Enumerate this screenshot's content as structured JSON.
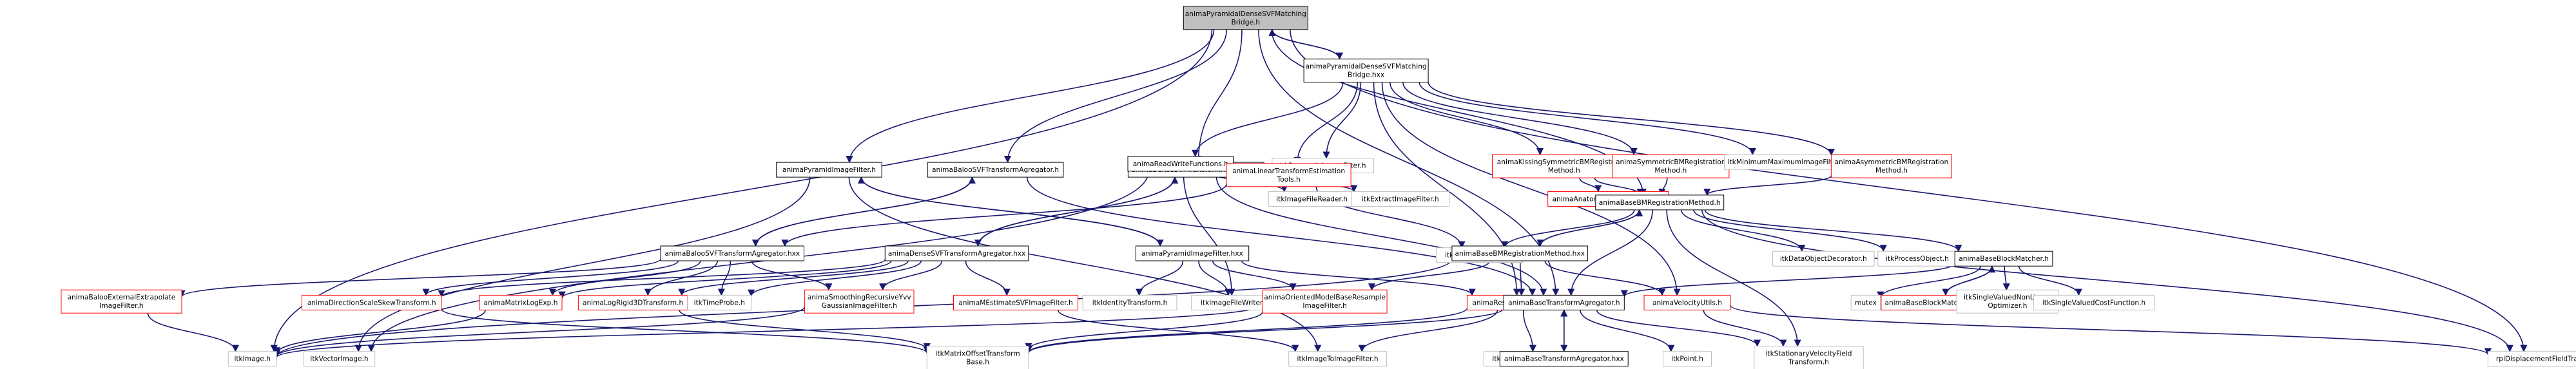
{
  "diagram": {
    "nodes": [
      {
        "id": "root",
        "style": "root",
        "lines": [
          "animaPyramidalDenseSVFMatching",
          "Bridge.h"
        ]
      },
      {
        "id": "hxx",
        "style": "normal",
        "lines": [
          "animaPyramidalDenseSVFMatching",
          "Bridge.hxx"
        ]
      },
      {
        "id": "pyrh",
        "style": "normal",
        "lines": [
          "animaPyramidImageFilter.h"
        ]
      },
      {
        "id": "balooh",
        "style": "normal",
        "lines": [
          "animaBalooSVFTransformAgregator.h"
        ]
      },
      {
        "id": "denseh",
        "style": "normal",
        "lines": [
          "animaDenseSVFTransformAgregator.h"
        ]
      },
      {
        "id": "rwf",
        "style": "normal",
        "lines": [
          "animaReadWriteFunctions.h"
        ]
      },
      {
        "id": "resamp",
        "style": "grey",
        "lines": [
          "itkResampleImageFilter.h"
        ]
      },
      {
        "id": "kiss",
        "style": "red",
        "lines": [
          "animaKissingSymmetricBMRegistration",
          "Method.h"
        ]
      },
      {
        "id": "symm",
        "style": "red",
        "lines": [
          "animaSymmetricBMRegistration",
          "Method.h"
        ]
      },
      {
        "id": "minmax",
        "style": "grey",
        "lines": [
          "itkMinimumMaximumImageFilter.h"
        ]
      },
      {
        "id": "asym",
        "style": "red",
        "lines": [
          "animaAsymmetricBMRegistration",
          "Method.h"
        ]
      },
      {
        "id": "linest",
        "style": "red",
        "lines": [
          "animaLinearTransformEstimation",
          "Tools.h"
        ]
      },
      {
        "id": "filereader",
        "style": "grey",
        "lines": [
          "itkImageFileReader.h"
        ]
      },
      {
        "id": "extract",
        "style": "grey",
        "lines": [
          "itkExtractImageFilter.h"
        ]
      },
      {
        "id": "anat",
        "style": "red",
        "lines": [
          "animaAnatomicalBlockMatcher.h"
        ]
      },
      {
        "id": "basebm",
        "style": "normal",
        "lines": [
          "animaBaseBMRegistrationMethod.h"
        ]
      },
      {
        "id": "baloohxx",
        "style": "normal",
        "lines": [
          "animaBalooSVFTransformAgregator.hxx"
        ]
      },
      {
        "id": "densehxx",
        "style": "normal",
        "lines": [
          "animaDenseSVFTransformAgregator.hxx"
        ]
      },
      {
        "id": "pyrhxx",
        "style": "normal",
        "lines": [
          "animaPyramidImageFilter.hxx"
        ]
      },
      {
        "id": "affine",
        "style": "grey",
        "lines": [
          "itkAffineTransform.h"
        ]
      },
      {
        "id": "basebmhxx",
        "style": "normal",
        "lines": [
          "animaBaseBMRegistrationMethod.hxx"
        ]
      },
      {
        "id": "dataobj",
        "style": "grey",
        "lines": [
          "itkDataObjectDecorator.h"
        ]
      },
      {
        "id": "procobj",
        "style": "grey",
        "lines": [
          "itkProcessObject.h"
        ]
      },
      {
        "id": "baseblock",
        "style": "normal",
        "lines": [
          "animaBaseBlockMatcher.h"
        ]
      },
      {
        "id": "balooext",
        "style": "red",
        "lines": [
          "animaBalooExternalExtrapolate",
          "ImageFilter.h"
        ]
      },
      {
        "id": "dirscale",
        "style": "red",
        "lines": [
          "animaDirectionScaleSkewTransform.h"
        ]
      },
      {
        "id": "matlog",
        "style": "red",
        "lines": [
          "animaMatrixLogExp.h"
        ]
      },
      {
        "id": "logrigid",
        "style": "red",
        "lines": [
          "animaLogRigid3DTransform.h"
        ]
      },
      {
        "id": "timeprobe",
        "style": "grey",
        "lines": [
          "itkTimeProbe.h"
        ]
      },
      {
        "id": "smooth",
        "style": "red",
        "lines": [
          "animaSmoothingRecursiveYvv",
          "GaussianImageFilter.h"
        ]
      },
      {
        "id": "mest",
        "style": "red",
        "lines": [
          "animaMEstimateSVFImageFilter.h"
        ]
      },
      {
        "id": "identity",
        "style": "grey",
        "lines": [
          "itkIdentityTransform.h"
        ]
      },
      {
        "id": "filewriter",
        "style": "grey",
        "lines": [
          "itkImageFileWriter.h"
        ]
      },
      {
        "id": "oriented",
        "style": "red",
        "lines": [
          "animaOrientedModelBaseResample",
          "ImageFilter.h"
        ]
      },
      {
        "id": "animaresamp",
        "style": "red",
        "lines": [
          "animaResampleImageFilter.h"
        ]
      },
      {
        "id": "basetrans",
        "style": "normal",
        "lines": [
          "animaBaseTransformAgregator.h"
        ]
      },
      {
        "id": "velutils",
        "style": "red",
        "lines": [
          "animaVelocityUtils.h"
        ]
      },
      {
        "id": "mutex",
        "style": "grey",
        "lines": [
          "mutex"
        ]
      },
      {
        "id": "bbmhxx",
        "style": "red",
        "lines": [
          "animaBaseBlockMatcher.hxx"
        ]
      },
      {
        "id": "svnlo",
        "style": "grey",
        "lines": [
          "itkSingleValuedNonLinear",
          "Optimizer.h"
        ]
      },
      {
        "id": "svcf",
        "style": "grey",
        "lines": [
          "itkSingleValuedCostFunction.h"
        ]
      },
      {
        "id": "itkimage",
        "style": "grey",
        "lines": [
          "itkImage.h"
        ]
      },
      {
        "id": "vecimage",
        "style": "grey",
        "lines": [
          "itkVectorImage.h"
        ]
      },
      {
        "id": "matoff",
        "style": "grey",
        "lines": [
          "itkMatrixOffsetTransform",
          "Base.h"
        ]
      },
      {
        "id": "im2im",
        "style": "grey",
        "lines": [
          "itkImageToImageFilter.h"
        ]
      },
      {
        "id": "regit",
        "style": "grey",
        "lines": [
          "itkImageRegionIterator.h"
        ]
      },
      {
        "id": "basetranshxx",
        "style": "normal",
        "lines": [
          "animaBaseTransformAgregator.hxx"
        ]
      },
      {
        "id": "point",
        "style": "grey",
        "lines": [
          "itkPoint.h"
        ]
      },
      {
        "id": "stvel",
        "style": "grey",
        "lines": [
          "itkStationaryVelocityField",
          "Transform.h"
        ]
      },
      {
        "id": "rpi",
        "style": "grey",
        "lines": [
          "rpiDisplacementFieldTransform.h"
        ]
      }
    ],
    "edges": [
      [
        "root",
        "hxx"
      ],
      [
        "root",
        "pyrh"
      ],
      [
        "root",
        "balooh"
      ],
      [
        "root",
        "denseh"
      ],
      [
        "root",
        "basebm"
      ],
      [
        "root",
        "itkimage"
      ],
      [
        "root",
        "basetrans"
      ],
      [
        "root",
        "rpi"
      ],
      [
        "hxx",
        "root"
      ],
      [
        "hxx",
        "rwf"
      ],
      [
        "hxx",
        "resamp"
      ],
      [
        "hxx",
        "kiss"
      ],
      [
        "hxx",
        "symm"
      ],
      [
        "hxx",
        "minmax"
      ],
      [
        "hxx",
        "asym"
      ],
      [
        "hxx",
        "linest"
      ],
      [
        "hxx",
        "velutils"
      ],
      [
        "hxx",
        "animaresamp"
      ],
      [
        "rwf",
        "filereader"
      ],
      [
        "rwf",
        "extract"
      ],
      [
        "rwf",
        "filewriter"
      ],
      [
        "rwf",
        "vecimage"
      ],
      [
        "kiss",
        "basebm"
      ],
      [
        "kiss",
        "anat"
      ],
      [
        "symm",
        "basebm"
      ],
      [
        "asym",
        "basebm"
      ],
      [
        "linest",
        "baloohxx"
      ],
      [
        "linest",
        "affine"
      ],
      [
        "pyrh",
        "pyrhxx"
      ],
      [
        "pyrh",
        "im2im"
      ],
      [
        "pyrh",
        "vecimage"
      ],
      [
        "balooh",
        "baloohxx"
      ],
      [
        "balooh",
        "basetrans"
      ],
      [
        "denseh",
        "densehxx"
      ],
      [
        "denseh",
        "basetrans"
      ],
      [
        "basebm",
        "basebmhxx"
      ],
      [
        "basebm",
        "dataobj"
      ],
      [
        "basebm",
        "procobj"
      ],
      [
        "basebm",
        "baseblock"
      ],
      [
        "basebm",
        "basetrans"
      ],
      [
        "basebm",
        "affine"
      ],
      [
        "basebm",
        "stvel"
      ],
      [
        "basebm",
        "rpi"
      ],
      [
        "basebmhxx",
        "basebm"
      ],
      [
        "basebmhxx",
        "animaresamp"
      ],
      [
        "basebmhxx",
        "oriented"
      ],
      [
        "basebmhxx",
        "velutils"
      ],
      [
        "basebmhxx",
        "itkimage"
      ],
      [
        "baseblock",
        "bbmhxx"
      ],
      [
        "baseblock",
        "svnlo"
      ],
      [
        "baseblock",
        "svcf"
      ],
      [
        "baseblock",
        "mutex"
      ],
      [
        "baseblock",
        "basetrans"
      ],
      [
        "bbmhxx",
        "baseblock"
      ],
      [
        "baloohxx",
        "balooh"
      ],
      [
        "baloohxx",
        "balooext"
      ],
      [
        "baloohxx",
        "dirscale"
      ],
      [
        "baloohxx",
        "matlog"
      ],
      [
        "baloohxx",
        "logrigid"
      ],
      [
        "baloohxx",
        "timeprobe"
      ],
      [
        "baloohxx",
        "smooth"
      ],
      [
        "densehxx",
        "denseh"
      ],
      [
        "densehxx",
        "dirscale"
      ],
      [
        "densehxx",
        "matlog"
      ],
      [
        "densehxx",
        "logrigid"
      ],
      [
        "densehxx",
        "timeprobe"
      ],
      [
        "densehxx",
        "smooth"
      ],
      [
        "densehxx",
        "mest"
      ],
      [
        "pyrhxx",
        "pyrh"
      ],
      [
        "pyrhxx",
        "identity"
      ],
      [
        "pyrhxx",
        "filewriter"
      ],
      [
        "pyrhxx",
        "animaresamp"
      ],
      [
        "pyrhxx",
        "oriented"
      ],
      [
        "animaresamp",
        "im2im"
      ],
      [
        "animaresamp",
        "regit"
      ],
      [
        "animaresamp",
        "matoff"
      ],
      [
        "oriented",
        "matoff"
      ],
      [
        "oriented",
        "itkimage"
      ],
      [
        "dirscale",
        "matoff"
      ],
      [
        "logrigid",
        "matoff"
      ],
      [
        "matlog",
        "itkimage"
      ],
      [
        "smooth",
        "itkimage"
      ],
      [
        "mest",
        "im2im"
      ],
      [
        "balooext",
        "itkimage"
      ],
      [
        "basetrans",
        "basetranshxx"
      ],
      [
        "basetrans",
        "point"
      ],
      [
        "basetrans",
        "matoff"
      ],
      [
        "basetrans",
        "stvel"
      ],
      [
        "basetranshxx",
        "basetrans"
      ],
      [
        "velutils",
        "stvel"
      ],
      [
        "velutils",
        "rpi"
      ]
    ]
  }
}
